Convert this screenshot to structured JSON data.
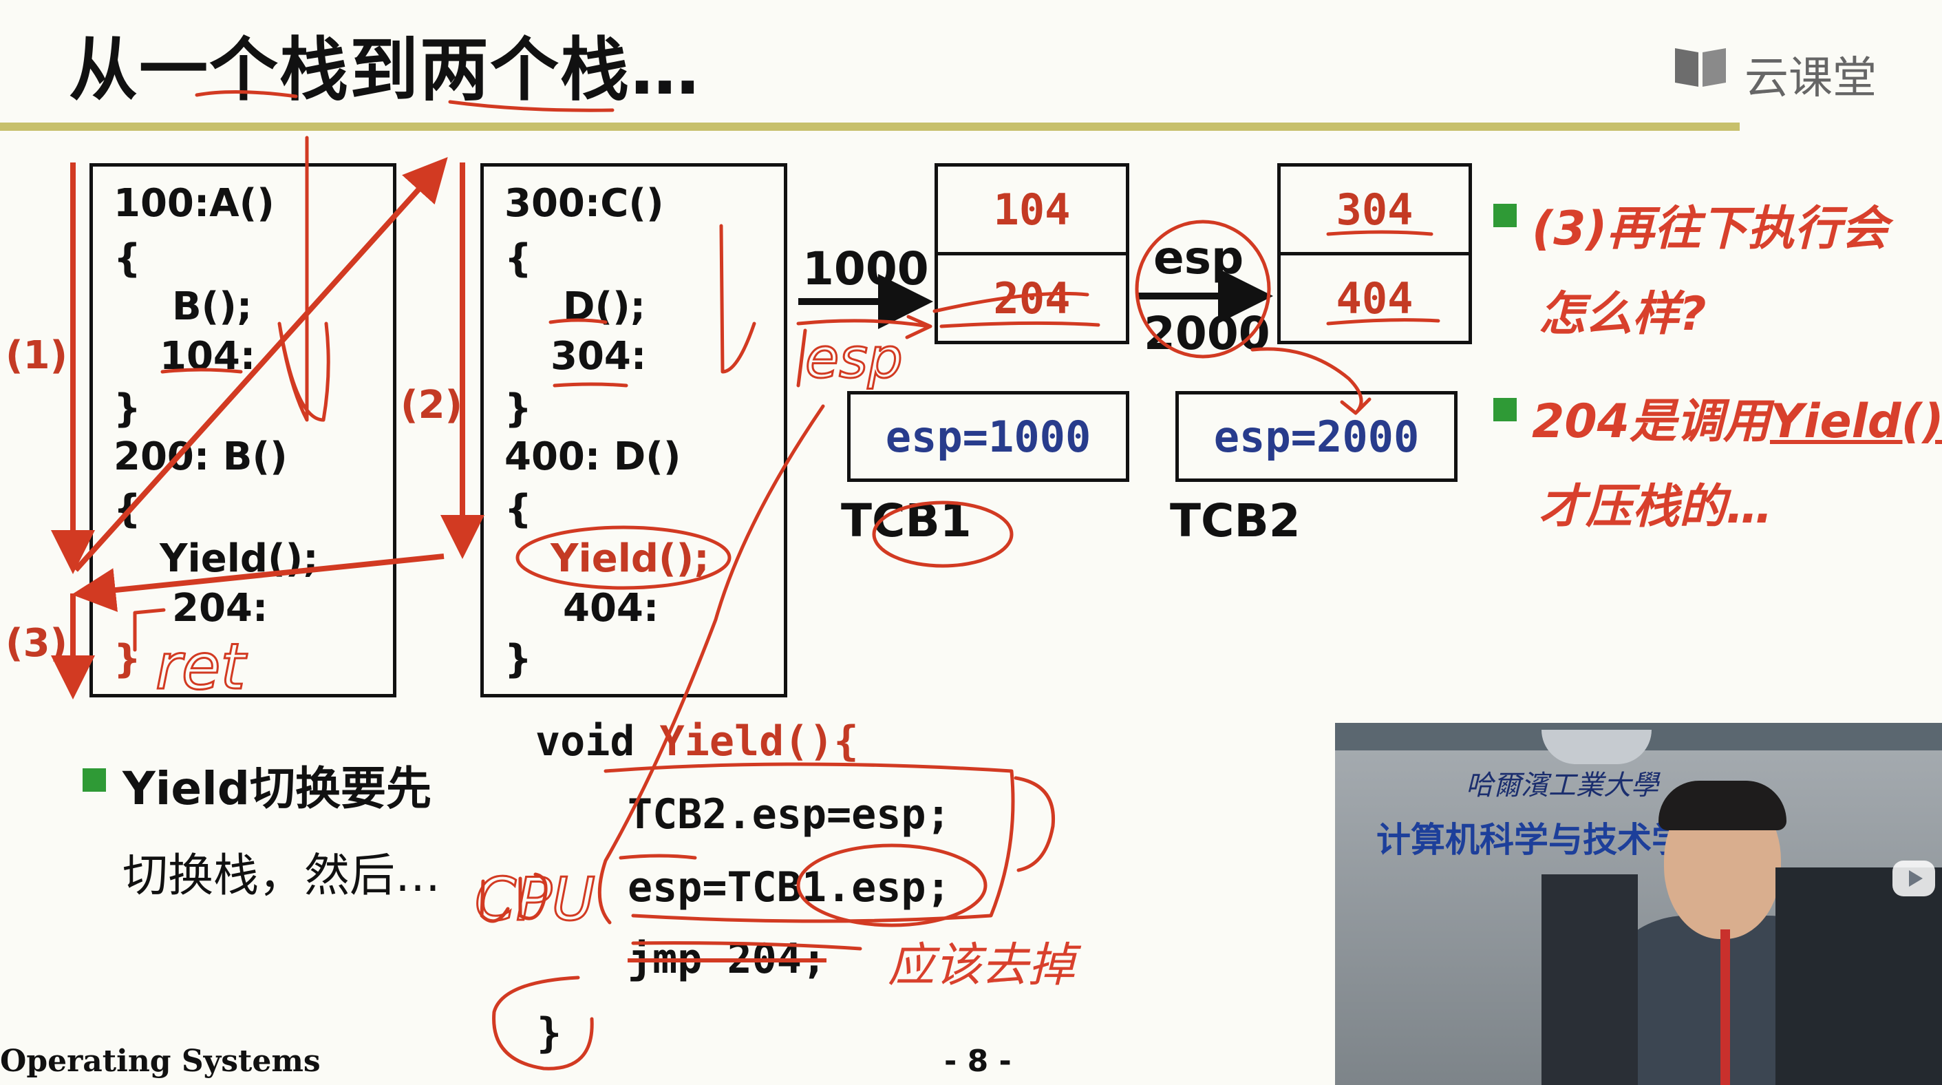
{
  "slide": {
    "title": "从一个栈到两个栈…",
    "logo_text": "云课堂",
    "footer_left": "Operating Systems",
    "footer_page": "- 8 -"
  },
  "steps": {
    "s1": "(1)",
    "s2": "(2)",
    "s3": "(3)"
  },
  "code_left": {
    "lines": [
      "100:A()",
      "{",
      "B();",
      "104:",
      "}",
      "200: B()",
      "{",
      "Yield();",
      "204:",
      "}"
    ]
  },
  "code_right": {
    "lines": [
      "300:C()",
      "{",
      "D();",
      "304:",
      "}",
      "400: D()",
      "{",
      "Yield();",
      "404:",
      "}"
    ]
  },
  "stack1": {
    "top": "104",
    "bottom": "204",
    "addr": "1000"
  },
  "stack2": {
    "top": "304",
    "bottom": "404",
    "esp_label": "esp",
    "addr": "2000"
  },
  "tcb1": {
    "value": "esp=1000",
    "label": "TCB1"
  },
  "tcb2": {
    "value": "esp=2000",
    "label": "TCB2"
  },
  "notes": {
    "n1_line1": "(3)再往下执行会",
    "n1_line2": "怎么样?",
    "n2_prefix": "204是调用",
    "n2_link": "Yield()",
    "n2_line2": "才压栈的…"
  },
  "bullet": {
    "line1": "Yield切换要先",
    "line2": "切换栈，然后…"
  },
  "yield_func": {
    "kw": "void",
    "name": "Yield(){",
    "line1": "TCB2.esp=esp;",
    "line2": "esp=TCB1.esp;",
    "line3": "jmp 204;",
    "close": "}",
    "remark": "应该去掉"
  },
  "handwriting": {
    "esp": "esp",
    "ret": "ret",
    "cpu": "CPU"
  },
  "video": {
    "sign_line1": "哈爾濱工業大學",
    "sign_line2": "计算机科学与技术学院"
  },
  "colors": {
    "red": "#c43a24",
    "blue_text": "#283c8c",
    "green_bullet": "#2f9a36",
    "rule": "#c7c06c"
  }
}
